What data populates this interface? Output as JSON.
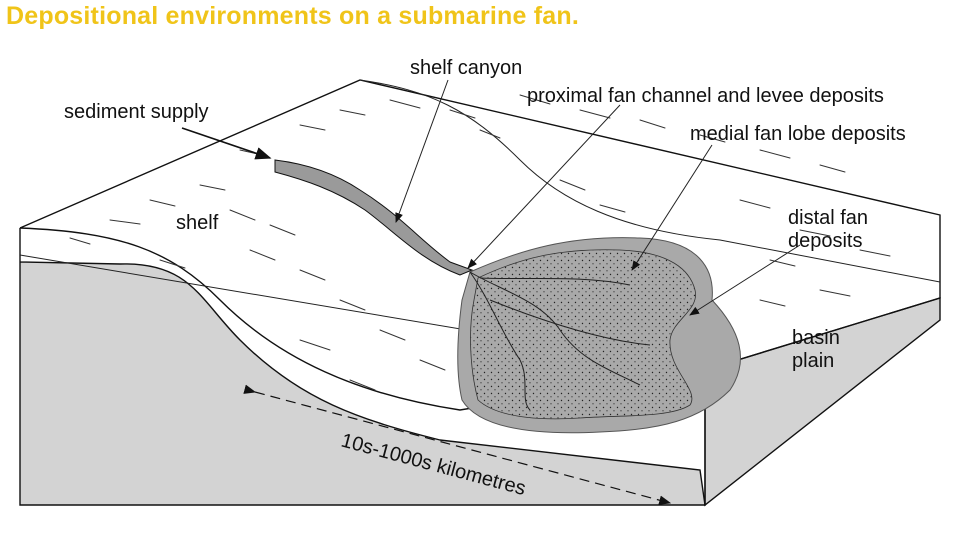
{
  "title": "Depositional environments on a submarine fan.",
  "labels": {
    "shelf_canyon": "shelf canyon",
    "proximal": "proximal fan channel and levee deposits",
    "medial": "medial fan lobe deposits",
    "distal_1": "distal fan",
    "distal_2": "deposits",
    "basin_1": "basin",
    "basin_2": "plain",
    "sediment": "sediment supply",
    "shelf": "shelf",
    "scale": "10s-1000s kilometres"
  },
  "colors": {
    "title": "#f0c419",
    "block_side": "#d3d3d3",
    "distal_fill": "#a9a9a9",
    "lobe_fill": "#f4f4f4"
  }
}
